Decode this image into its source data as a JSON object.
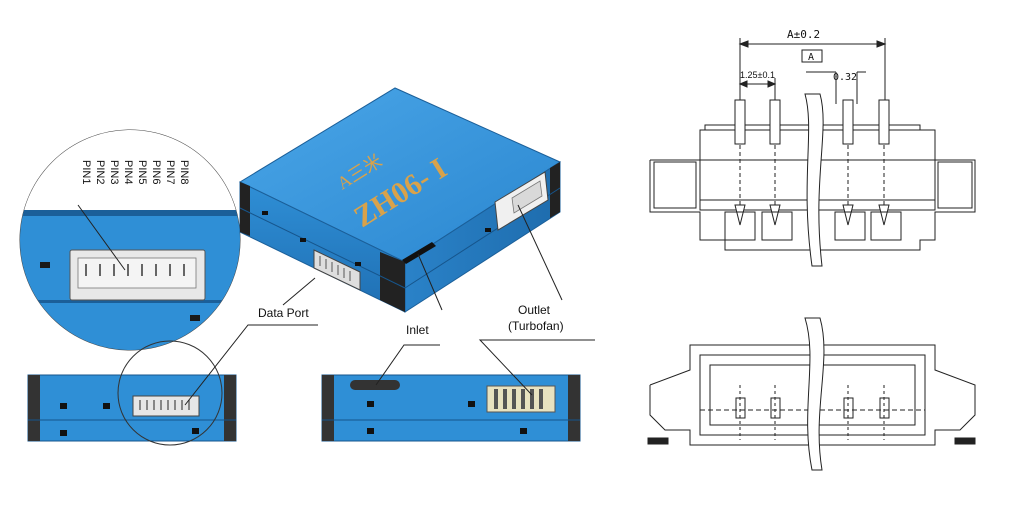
{
  "labels": {
    "pins": [
      "PIN1",
      "PIN2",
      "PIN3",
      "PIN4",
      "PIN5",
      "PIN6",
      "PIN7",
      "PIN8"
    ],
    "data_port": "Data Port",
    "inlet": "Inlet",
    "outlet_line1": "Outlet",
    "outlet_line2": "(Turbofan)"
  },
  "device": {
    "logo": "A三米",
    "model": "ZH06- I",
    "color": "#2f8fd6"
  },
  "drawing": {
    "dim_total": "A±0.2",
    "dim_box": "A",
    "dim_pitch": "1.25±0.1",
    "dim_pin": "0.32"
  }
}
